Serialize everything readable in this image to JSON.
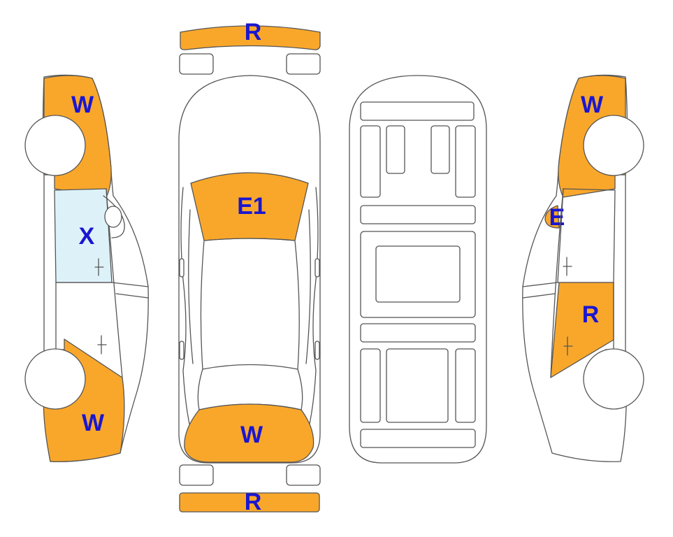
{
  "colors": {
    "damage_fill": "#F9A72B",
    "glass_fill": "#DDF2F8",
    "label": "#1A16D0",
    "outline": "#555555"
  },
  "labels": {
    "front_bumper": "R",
    "rear_bumper": "R",
    "hood": "E1",
    "trunk": "W",
    "left_front_fender": "W",
    "left_rear_quarter": "W",
    "left_front_window": "X",
    "right_rear_quarter": "W",
    "right_mirror": "E",
    "right_front_door": "R"
  }
}
